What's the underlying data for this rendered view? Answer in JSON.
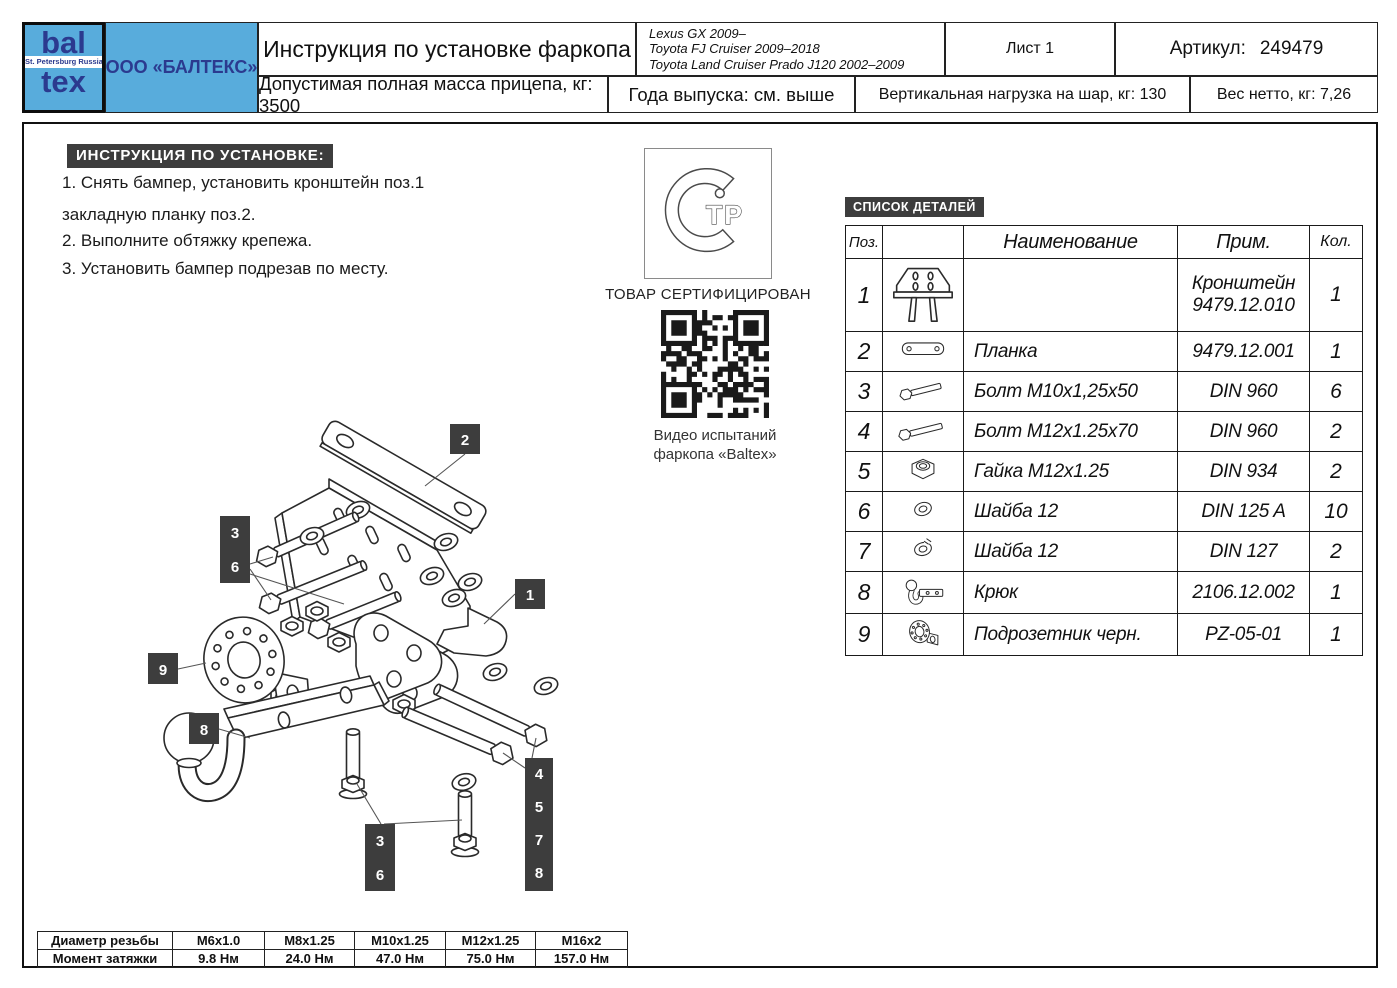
{
  "colors": {
    "brand_light_blue": "#58ACDC",
    "brand_navy": "#2B3A8F",
    "badge_dark": "#3D3D3D"
  },
  "header": {
    "logo": {
      "line1": "bal",
      "line2": "tex",
      "subtitle": "St. Petersburg Russia"
    },
    "company": "ООО «БАЛТЕКС»",
    "title": "Инструкция по установке фаркопа",
    "models": [
      "Lexus GX 2009–",
      "Toyota FJ Cruiser 2009–2018",
      "Toyota Land Cruiser Prado J120 2002–2009"
    ],
    "sheet": "Лист 1",
    "article_label": "Артикул:",
    "article_value": "249479",
    "trailer_mass": "Допустимая полная масса прицепа, кг: 3500",
    "years": "Года выпуска: см. выше",
    "vertical_load": "Вертикальная нагрузка на шар, кг: 130",
    "net_weight": "Вес нетто, кг: 7,26"
  },
  "instructions": {
    "heading": "ИНСТРУКЦИЯ ПО УСТАНОВКЕ:",
    "steps": [
      "1. Снять бампер, установить кронштейн поз.1",
      "закладную планку поз.2.",
      "2. Выполните обтяжку крепежа.",
      "3. Установить бампер подрезав по месту."
    ]
  },
  "certification": {
    "mark_letters": "ТР",
    "label": "ТОВАР СЕРТИФИЦИРОВАН",
    "qr_caption_line1": "Видео испытаний",
    "qr_caption_line2": "фаркопа «Baltex»"
  },
  "parts": {
    "heading": "СПИСОК ДЕТАЛЕЙ",
    "columns": [
      "Поз.",
      "",
      "Наименование",
      "Прим.",
      "Кол."
    ],
    "rows": [
      {
        "pos": "1",
        "name": "",
        "note": "Кронштейн",
        "note2": "9479.12.010",
        "qty": "1"
      },
      {
        "pos": "2",
        "name": "Планка",
        "note": "9479.12.001",
        "note2": "",
        "qty": "1"
      },
      {
        "pos": "3",
        "name": "Болт М10х1,25х50",
        "note": "DIN 960",
        "note2": "",
        "qty": "6"
      },
      {
        "pos": "4",
        "name": "Болт М12х1.25х70",
        "note": "DIN 960",
        "note2": "",
        "qty": "2"
      },
      {
        "pos": "5",
        "name": "Гайка М12х1.25",
        "note": "DIN 934",
        "note2": "",
        "qty": "2"
      },
      {
        "pos": "6",
        "name": "Шайба 12",
        "note": "DIN 125 A",
        "note2": "",
        "qty": "10"
      },
      {
        "pos": "7",
        "name": "Шайба 12",
        "note": "DIN 127",
        "note2": "",
        "qty": "2"
      },
      {
        "pos": "8",
        "name": "Крюк",
        "note": "2106.12.002",
        "note2": "",
        "qty": "1"
      },
      {
        "pos": "9",
        "name": "Подрозетник черн.",
        "note": "PZ-05-01",
        "note2": "",
        "qty": "1"
      }
    ]
  },
  "diagram": {
    "callouts": [
      "2",
      "3",
      "6",
      "1",
      "9",
      "8",
      "3",
      "6",
      "4",
      "5",
      "7",
      "8"
    ]
  },
  "torque": {
    "rows": [
      [
        "Диаметр резьбы",
        "M6x1.0",
        "M8x1.25",
        "M10x1.25",
        "M12x1.25",
        "M16x2"
      ],
      [
        "Момент затяжки",
        "9.8 Нм",
        "24.0 Нм",
        "47.0 Нм",
        "75.0 Нм",
        "157.0 Нм"
      ]
    ]
  }
}
